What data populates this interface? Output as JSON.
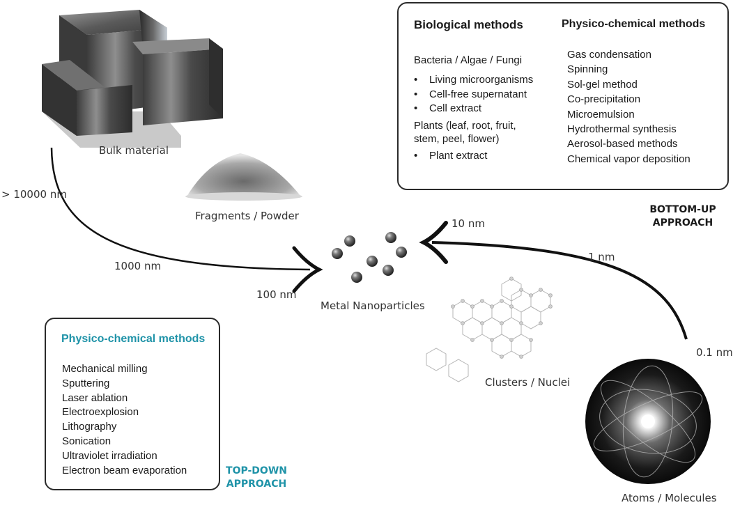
{
  "scale_labels": {
    "s_10000nm": "> 10000 nm",
    "s_1000nm": "1000 nm",
    "s_100nm": "100 nm",
    "s_10nm": "10 nm",
    "s_1nm": "1 nm",
    "s_01nm": "0.1 nm"
  },
  "stage_labels": {
    "bulk": "Bulk material",
    "powder": "Fragments / Powder",
    "nanoparticles": "Metal Nanoparticles",
    "clusters": "Clusters / Nuclei",
    "atoms": "Atoms / Molecules"
  },
  "bottom_up_box": {
    "biological_title": "Biological methods",
    "microbe_group": "Bacteria / Algae / Fungi",
    "microbe_items": [
      "Living microorganisms",
      "Cell-free supernatant",
      "Cell extract"
    ],
    "plants_line1": "Plants (leaf, root, fruit,",
    "plants_line2": "stem, peel, flower)",
    "plant_items": [
      "Plant extract"
    ],
    "physchem_title": "Physico-chemical methods",
    "physchem_items": [
      "Gas condensation",
      "Spinning",
      "Sol-gel method",
      "Co-precipitation",
      "Microemulsion",
      "Hydrothermal synthesis",
      "Aerosol-based methods",
      "Chemical vapor deposition"
    ]
  },
  "top_down_box": {
    "title": "Physico-chemical methods",
    "items": [
      "Mechanical milling",
      "Sputtering",
      "Laser ablation",
      "Electroexplosion",
      "Lithography",
      "Sonication",
      "Ultraviolet irradiation",
      "Electron beam evaporation"
    ]
  },
  "approaches": {
    "bottom_up_line1": "BOTTOM-UP",
    "bottom_up_line2": "APPROACH",
    "top_down_line1": "TOP-DOWN",
    "top_down_line2": "APPROACH"
  },
  "colors": {
    "teal": "#1f93a8",
    "arrow": "#111111",
    "box_border": "#2a2a2a"
  }
}
